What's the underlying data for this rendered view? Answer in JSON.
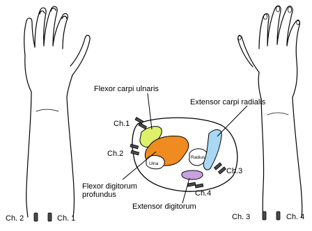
{
  "muscles": {
    "flexor_carpi_ulnaris": "Flexor carpi ulnaris",
    "extensor_carpi_radialis": "Extensor carpi radialis",
    "flexor_digitorum_profundus_line1": "Flexor digitorum",
    "flexor_digitorum_profundus_line2": "profundus",
    "extensor_digitorum": "Extensor digitorum"
  },
  "bones": {
    "ulna": "Ulna",
    "radius": "Radius"
  },
  "channels": {
    "ch1": "Ch.1",
    "ch2": "Ch.2",
    "ch3": "Ch.3",
    "ch4": "Ch.4"
  },
  "bottom_labels": {
    "left_ch2": "Ch. 2",
    "left_ch1": "Ch. 1",
    "right_ch3": "Ch. 3",
    "right_ch4": "Ch. 4"
  },
  "colors": {
    "flexor_carpi_ulnaris": "#ddf06a",
    "flexor_digitorum_profundus": "#f08b22",
    "extensor_carpi_radialis": "#a9d8f5",
    "extensor_digitorum": "#c7a2df",
    "electrode": "#4a4a4a"
  }
}
